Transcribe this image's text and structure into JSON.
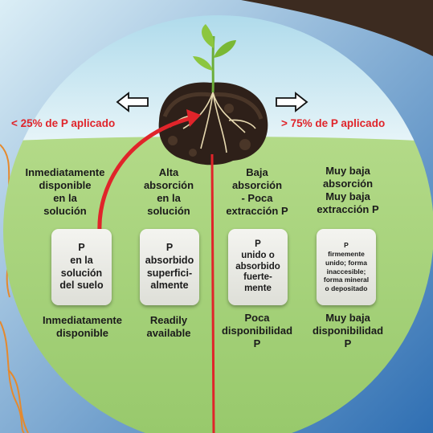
{
  "colors": {
    "sky": "#bfe2ee",
    "field": "#a9d47c",
    "arrow_red": "#e0242a",
    "soil": "#3a2a1f",
    "box_bg": "#ebece6"
  },
  "left_label": "< 25% de P aplicado",
  "right_label": "> 75% de P aplicado",
  "columns": [
    {
      "heading": [
        "Inmediatamente",
        "disponible",
        "en la",
        "solución"
      ],
      "box_lines": [
        "P",
        "en la",
        "solución",
        "del suelo"
      ],
      "footer": [
        "Inmediatamente",
        "disponible"
      ]
    },
    {
      "heading": [
        "Alta",
        "absorción",
        "en la",
        "solución"
      ],
      "box_lines": [
        "P",
        "absorbido",
        "superfici-",
        "almente"
      ],
      "footer": [
        "Readily",
        "available"
      ]
    },
    {
      "heading": [
        "Baja",
        "absorción",
        "- Poca",
        "extracción P"
      ],
      "box_lines": [
        "P",
        "unido o",
        "absorbido",
        "fuerte-",
        "mente"
      ],
      "footer": [
        "Poca",
        "disponibilidad",
        "P"
      ]
    },
    {
      "heading": [
        "Muy baja",
        "absorción",
        "Muy baja",
        "extracción P"
      ],
      "box_lines": [
        "P",
        "firmemente",
        "unido; forma",
        "inaccesible;",
        "forma mineral",
        "o depositado"
      ],
      "footer": [
        "Muy baja",
        "disponibilidad",
        "P"
      ]
    }
  ],
  "icons": {
    "left_arrow": "outline-arrow-left-icon",
    "right_arrow": "outline-arrow-right-icon",
    "plant": "seedling-icon",
    "uptake_arrow": "curved-uptake-arrow-icon",
    "root": "taproot-line-icon"
  }
}
